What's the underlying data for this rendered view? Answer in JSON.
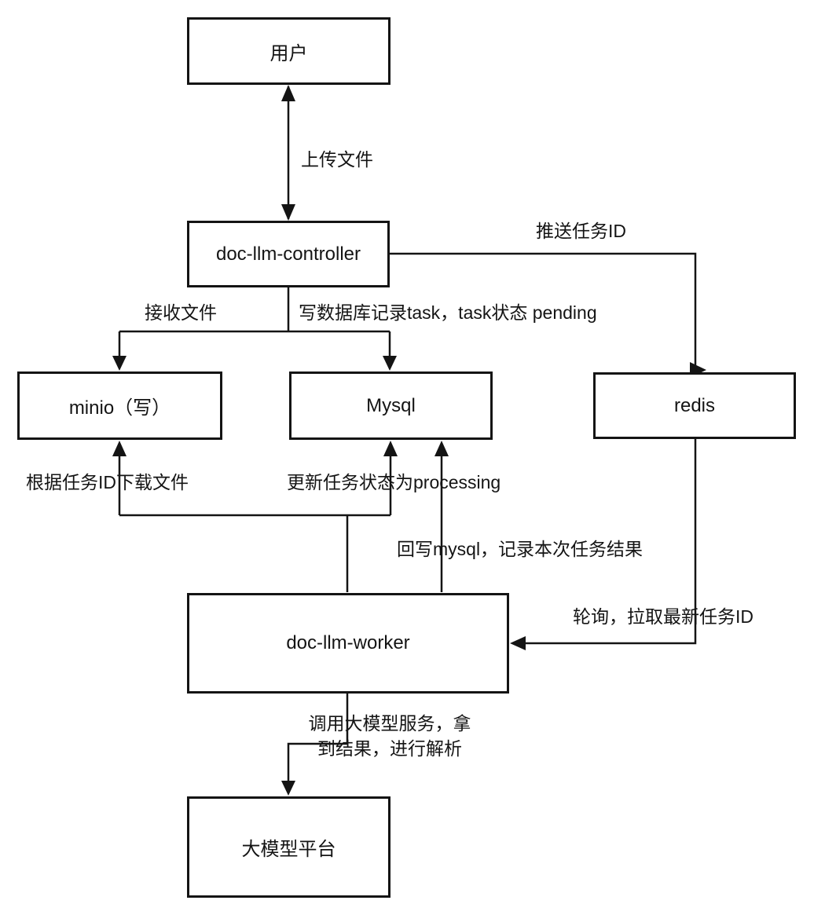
{
  "diagram": {
    "background": "#ffffff",
    "line_color": "#141414",
    "text_color": "#141414",
    "nodes": {
      "user": "用户",
      "controller": "doc-llm-controller",
      "minio": "minio（写）",
      "mysql": "Mysql",
      "redis": "redis",
      "worker": "doc-llm-worker",
      "platform": "大模型平台"
    },
    "edge_labels": {
      "upload": "上传文件",
      "push_task_id": "推送任务ID",
      "receive_file": "接收文件",
      "write_db": "写数据库记录task，task状态 pending",
      "download_by_id": "根据任务ID下载文件",
      "update_status": "更新任务状态为processing",
      "write_back": "回写mysql，记录本次任务结果",
      "poll": "轮询，拉取最新任务ID",
      "call_llm_line1": "调用大模型服务，拿",
      "call_llm_line2": "到结果，进行解析"
    }
  }
}
